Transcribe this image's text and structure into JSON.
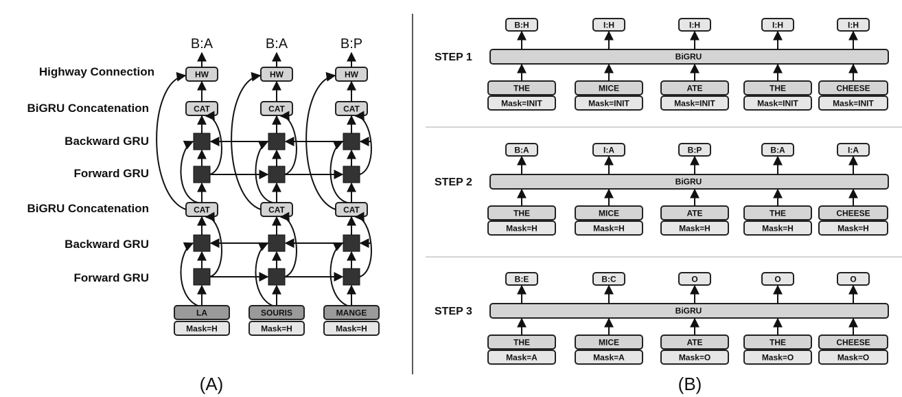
{
  "panel_a": {
    "caption": "(A)",
    "row_labels": {
      "highway": "Highway Connection",
      "concat_top": "BiGRU Concatenation",
      "backward_top": "Backward GRU",
      "forward_top": "Forward GRU",
      "concat_bottom": "BiGRU Concatenation",
      "backward_bottom": "Backward GRU",
      "forward_bottom": "Forward GRU"
    },
    "hw_label": "HW",
    "cat_label": "CAT",
    "columns": [
      {
        "output": "B:A",
        "word": "LA",
        "mask": "Mask=H"
      },
      {
        "output": "B:A",
        "word": "SOURIS",
        "mask": "Mask=H"
      },
      {
        "output": "B:P",
        "word": "MANGE",
        "mask": "Mask=H"
      }
    ]
  },
  "panel_b": {
    "caption": "(B)",
    "bigru_label": "BiGRU",
    "steps": [
      {
        "label": "STEP 1",
        "outputs": [
          "B:H",
          "I:H",
          "I:H",
          "I:H",
          "I:H"
        ],
        "words": [
          "THE",
          "MICE",
          "ATE",
          "THE",
          "CHEESE"
        ],
        "masks": [
          "Mask=INIT",
          "Mask=INIT",
          "Mask=INIT",
          "Mask=INIT",
          "Mask=INIT"
        ]
      },
      {
        "label": "STEP 2",
        "outputs": [
          "B:A",
          "I:A",
          "B:P",
          "B:A",
          "I:A"
        ],
        "words": [
          "THE",
          "MICE",
          "ATE",
          "THE",
          "CHEESE"
        ],
        "masks": [
          "Mask=H",
          "Mask=H",
          "Mask=H",
          "Mask=H",
          "Mask=H"
        ]
      },
      {
        "label": "STEP 3",
        "outputs": [
          "B:E",
          "B:C",
          "O",
          "O",
          "O"
        ],
        "words": [
          "THE",
          "MICE",
          "ATE",
          "THE",
          "CHEESE"
        ],
        "masks": [
          "Mask=A",
          "Mask=A",
          "Mask=O",
          "Mask=O",
          "Mask=O"
        ]
      }
    ]
  }
}
